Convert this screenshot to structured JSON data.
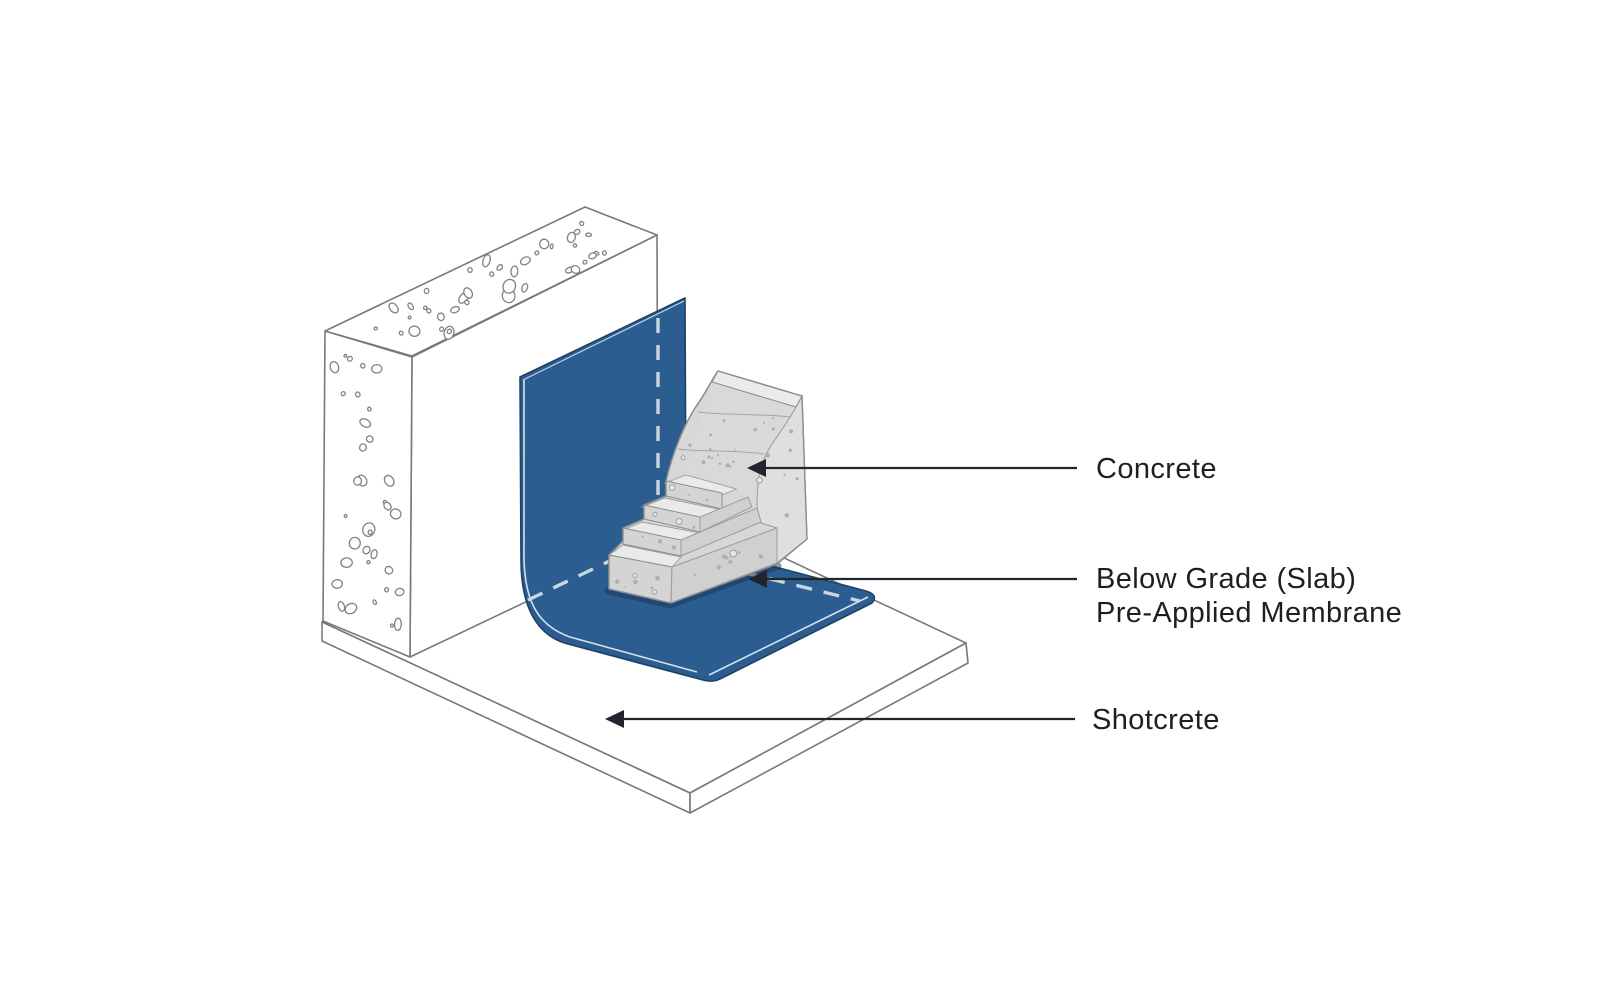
{
  "labels": {
    "concrete": "Concrete",
    "membrane_line1": "Below Grade (Slab)",
    "membrane_line2": "Pre-Applied Membrane",
    "shotcrete": "Shotcrete"
  },
  "colors": {
    "background": "#FFFFFF",
    "membrane_blue": "#2B5D90",
    "membrane_edge": "#1C4268",
    "membrane_highlight": "#E9EFF4",
    "dash": "#C9D5DF",
    "concrete_fill": "#D7D7D7",
    "concrete_side": "#DFDFDF",
    "concrete_tread": "#EAEAEA",
    "speckle": "#A8AAAD",
    "pebble_outline": "#808285",
    "outline": "#77797C",
    "arrow": "#23252E",
    "text": "#1D1F24"
  }
}
